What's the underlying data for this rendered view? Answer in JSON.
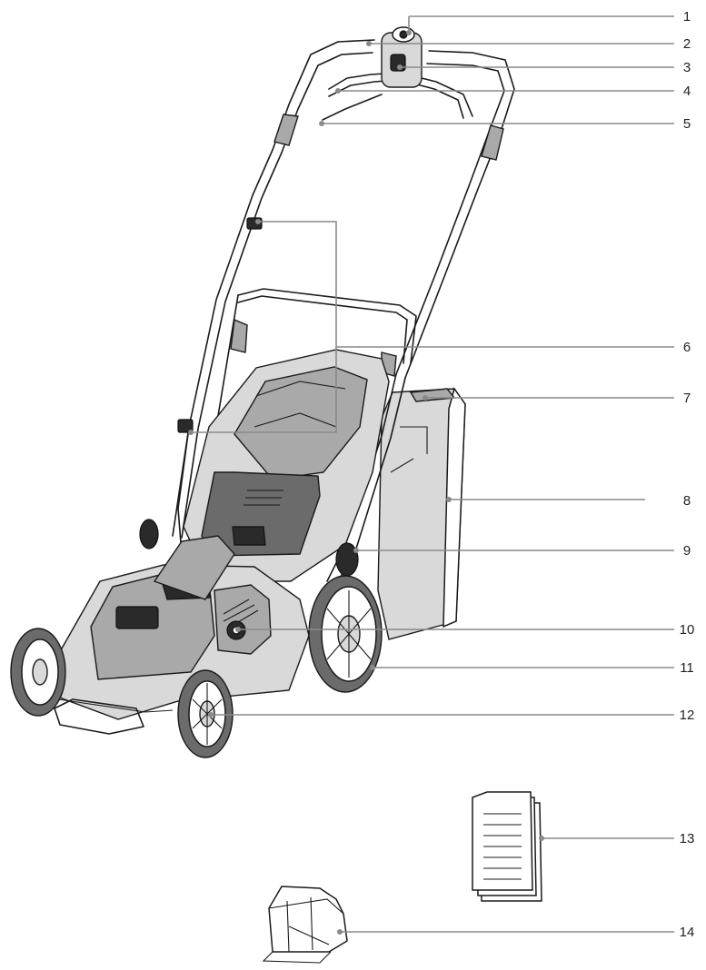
{
  "callouts": [
    {
      "number": "1"
    },
    {
      "number": "2"
    },
    {
      "number": "3"
    },
    {
      "number": "4"
    },
    {
      "number": "5"
    },
    {
      "number": "6"
    },
    {
      "number": "7"
    },
    {
      "number": "8"
    },
    {
      "number": "9"
    },
    {
      "number": "10"
    },
    {
      "number": "11"
    },
    {
      "number": "12"
    },
    {
      "number": "13"
    },
    {
      "number": "14"
    }
  ],
  "colors": {
    "leader_line": "#8a8a8a",
    "outline": "#1a1a1a",
    "body_shade": "#d9d9d9",
    "mid_shade": "#a9a9a9",
    "dark_shade": "#6b6b6b"
  }
}
